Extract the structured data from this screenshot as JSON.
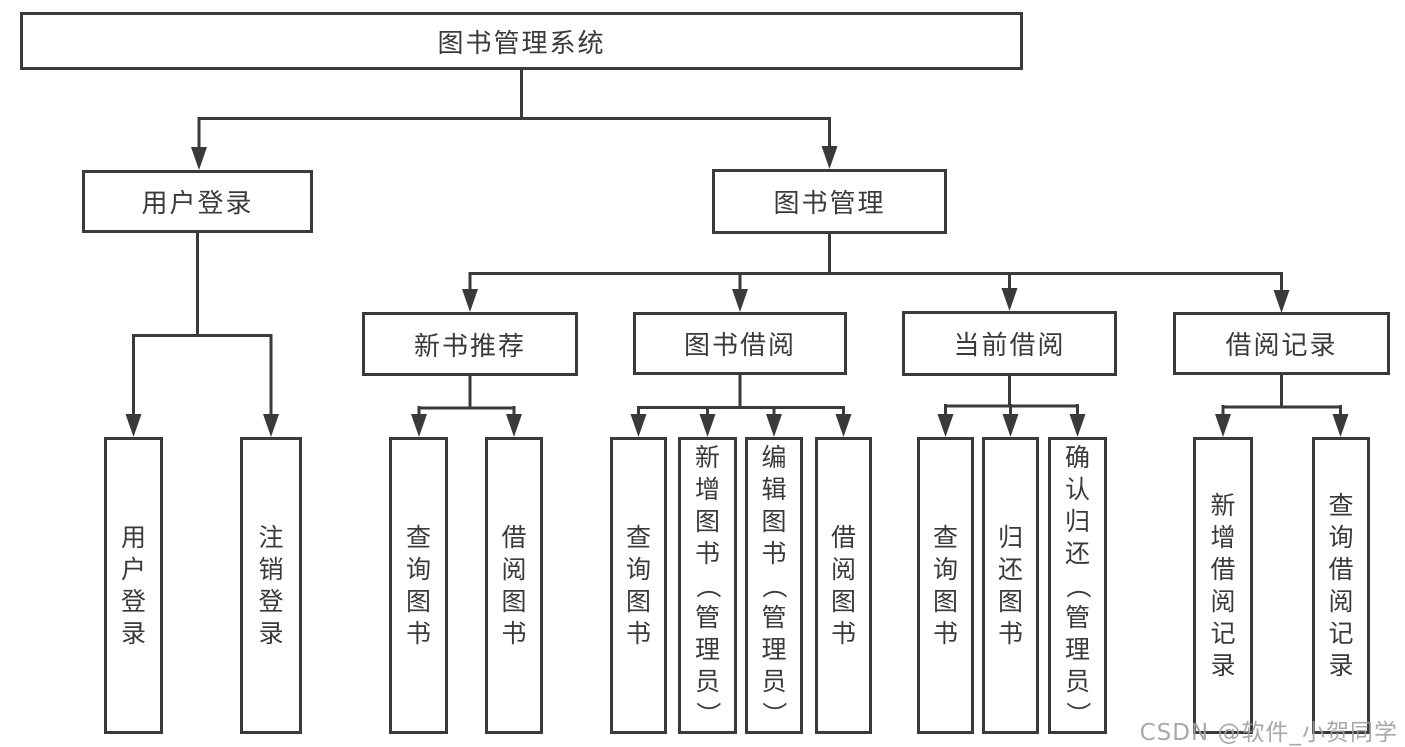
{
  "diagram_title": "图书管理系统",
  "tree": {
    "label": "图书管理系统",
    "children": [
      {
        "label": "用户登录",
        "children": [
          {
            "label": "用户登录"
          },
          {
            "label": "注销登录"
          }
        ]
      },
      {
        "label": "图书管理",
        "children": [
          {
            "label": "新书推荐",
            "children": [
              {
                "label": "查询图书"
              },
              {
                "label": "借阅图书"
              }
            ]
          },
          {
            "label": "图书借阅",
            "children": [
              {
                "label": "查询图书"
              },
              {
                "label": "新增图书（管理员）"
              },
              {
                "label": "编辑图书（管理员）"
              },
              {
                "label": "借阅图书"
              }
            ]
          },
          {
            "label": "当前借阅",
            "children": [
              {
                "label": "查询图书"
              },
              {
                "label": "归还图书"
              },
              {
                "label": "确认归还（管理员）"
              }
            ]
          },
          {
            "label": "借阅记录",
            "children": [
              {
                "label": "新增借阅记录"
              },
              {
                "label": "查询借阅记录"
              }
            ]
          }
        ]
      }
    ]
  },
  "watermark": {
    "text": "CSDN @软件_小贺同学"
  },
  "colors": {
    "line": "#3a3a3a",
    "text": "#3a3a3a",
    "watermark": "#9f9f9f",
    "background": "#ffffff"
  }
}
